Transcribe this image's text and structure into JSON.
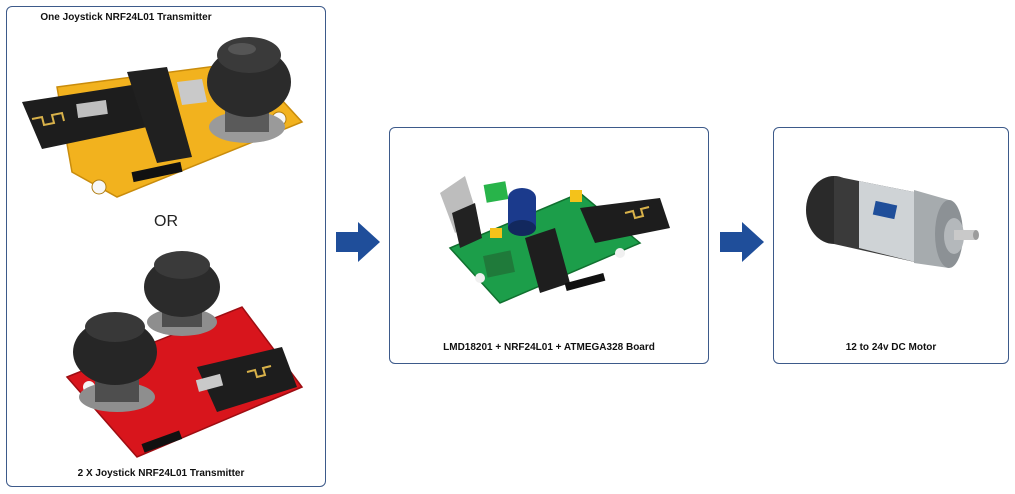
{
  "transmitter_box": {
    "top_caption": "One Joystick NRF24L01 Transmitter",
    "separator": "OR",
    "bottom_caption": "2 X Joystick NRF24L01 Transmitter"
  },
  "receiver_box": {
    "caption": "LMD18201 + NRF24L01 + ATMEGA328 Board"
  },
  "motor_box": {
    "caption": "12 to 24v DC Motor"
  },
  "colors": {
    "border": "#3d5a8a",
    "arrow": "#1f4e9a",
    "yellow_board": "#f2b21e",
    "red_board": "#d8151c",
    "green_board": "#1c9e4a"
  }
}
